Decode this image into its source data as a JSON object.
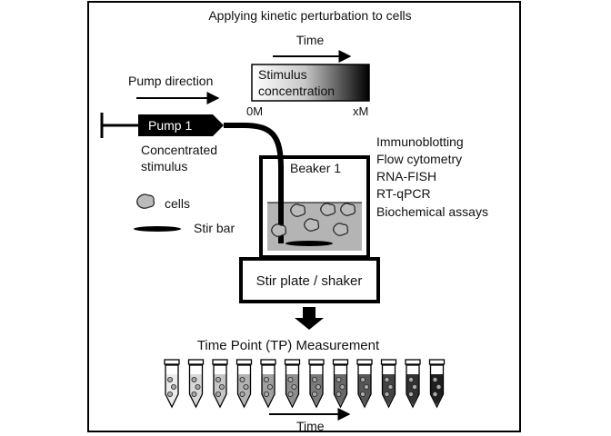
{
  "title": "Applying kinetic perturbation to cells",
  "time_label": "Time",
  "stimulus": {
    "label_line1": "Stimulus",
    "label_line2": "concentration",
    "min_label": "0M",
    "max_label": "xM"
  },
  "pump": {
    "direction_label": "Pump direction",
    "name": "Pump 1",
    "contents_line1": "Concentrated",
    "contents_line2": "stimulus"
  },
  "beaker": {
    "name": "Beaker 1"
  },
  "legend": {
    "cells_label": "cells",
    "stir_bar_label": "Stir bar"
  },
  "assays": [
    "Immunoblotting",
    "Flow cytometry",
    "RNA-FISH",
    "RT-qPCR",
    "Biochemical assays"
  ],
  "stir_plate": {
    "label": "Stir plate / shaker"
  },
  "measurement": {
    "title": "Time Point (TP) Measurement",
    "tube_count": 12,
    "time_label": "Time"
  },
  "colors": {
    "gradient_start": "#ffffff",
    "gradient_end": "#000000",
    "liquid": "#b4b4b4",
    "pump_body": "#000000"
  }
}
